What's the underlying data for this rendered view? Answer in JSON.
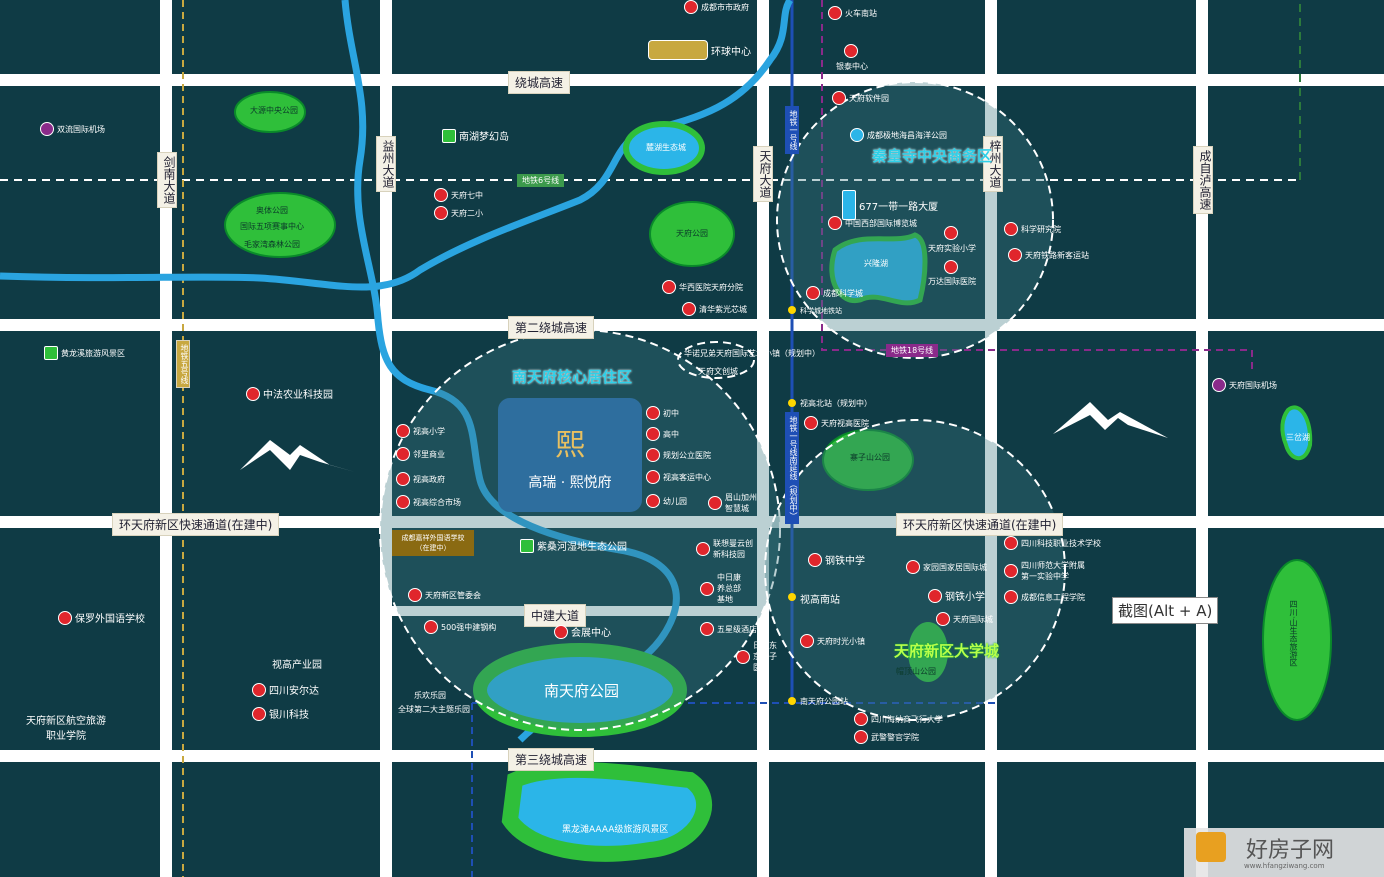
{
  "roads": {
    "h1": "绕城高速",
    "h2": "第二绕城高速",
    "h3": "环天府新区快速通道(在建中)",
    "h3b": "环天府新区快速通道(在建中)",
    "h4": "中建大道",
    "h5": "第三绕城高速",
    "v1": "剑南大道",
    "v2": "益州大道",
    "v3": "天府大道",
    "v4": "梓州大道",
    "v5": "成自泸高速",
    "metro5": "地铁五号线",
    "metro6": "地铁6号线",
    "metro1": "地铁一号线",
    "metro1ext": "地铁一号线南延线（规划中）",
    "metro18": "地铁18号线"
  },
  "zones": {
    "south_core": "南天府核心居住区",
    "qinhuangsi": "秦皇寺中央商务区",
    "univ": "天府新区大学城"
  },
  "project": {
    "name": "高瑞 · 熙悦府",
    "logo": "熙"
  },
  "pois": {
    "top_gov": "成都市市政府",
    "global": "环球中心",
    "train": "火车南站",
    "yintai": "银泰中心",
    "tianfu_soft": "天府软件园",
    "airport1": "双流国际机场",
    "dayuan_park": "大源中央公园",
    "nanhu": "南湖梦幻岛",
    "lucheng": "麓湖生态城",
    "haiyang": "成都极地海昌海洋公园",
    "tower677": "677一带一路大厦",
    "tianfu7": "天府七中",
    "tianfu2": "天府二小",
    "tianfu_park": "天府公园",
    "huaxi": "华西医院天府分院",
    "qinghua": "清华紫光芯城",
    "olympic1": "奥体公园",
    "olympic2": "国际五项赛事中心",
    "olympic3": "毛家湾森林公园",
    "xw_museum": "中国西部国际博览城",
    "xinglong": "兴隆湖",
    "exp_school": "天府实验小学",
    "science_institute": "科学研究院",
    "tianfu_rail": "天府铁路新客运站",
    "wanda": "万达国际医院",
    "cd_science": "成都科学城",
    "kexue_station": "科学城地铁站",
    "huanglong": "黄龙溪旅游风景区",
    "zhongfa": "中法农业科技园",
    "art_town": "华诺兄弟天府国际艺术小镇（规划中）",
    "art_town2": "天府文创城",
    "airport2": "天府国际机场",
    "sancha": "三岔湖",
    "junior": "初中",
    "senior": "高中",
    "hospital": "规划公立医院",
    "station_visual": "视高客运中心",
    "kinder": "幼儿园",
    "meishan": "眉山加州智慧城",
    "s_primary": "视高小学",
    "s_shop": "邻里商业",
    "s_gov": "视高政府",
    "s_market": "视高综合市场",
    "north_station": "视高北站（规划中）",
    "tf_hospital": "天府视高医院",
    "ziyun": "寨子山公园",
    "cz_school": "成都嘉祥外国语学校（在建中）",
    "zixing_park": "紫桑河湿地生态公园",
    "lianxiang": "联想曼云创新科技园",
    "rizhong": "中日康养总部基地",
    "gov2": "天府新区管委会",
    "steel": "500强中建钢构",
    "hotel": "五星级酒店",
    "expo_center": "会展中心",
    "japan_school": "日本东京女子医院",
    "south_park": "南天府公园",
    "lehuan": "乐欢乐园",
    "lehuan2": "全球第二大主题乐园",
    "baoluo": "保罗外国语学校",
    "vis_ind": "视高产业园",
    "sichuan_anda": "四川安尔达",
    "yinchuan": "银川科技",
    "av_school": "天府新区航空旅游职业学院",
    "steel_mid": "钢铁中学",
    "home_expo": "家园国家居国际城",
    "steel_pri": "钢铁小学",
    "tf_intl": "天府国际城",
    "vis_south": "视高南站",
    "shiguang": "天府时光小镇",
    "maoding": "帽顶山公园",
    "sc_tech": "四川科技职业技术学校",
    "sc_normal": "四川师范大学附属第一实验中学",
    "cd_info": "成都信息工程学院",
    "tf_park_station": "南天府公园站",
    "sc_aviation": "四川海纳商飞行大学",
    "police": "武警警官学院",
    "heilong": "黑龙滩AAAA级旅游风景区",
    "heilong_v": "四川·山生态旅游区"
  },
  "tooltip": "截图(Alt + A)",
  "watermark": {
    "name": "好房子网",
    "url": "www.hfangziwang.com"
  },
  "colors": {
    "bg": "#0f3b45",
    "road": "#ffffff",
    "river": "#2aa4e0",
    "park": "#2fbf3a",
    "lake": "#2bb5e8",
    "metro_green": "#2c7a3c",
    "metro_blue": "#1e4fb5",
    "metro_purple": "#8a2a8a"
  }
}
